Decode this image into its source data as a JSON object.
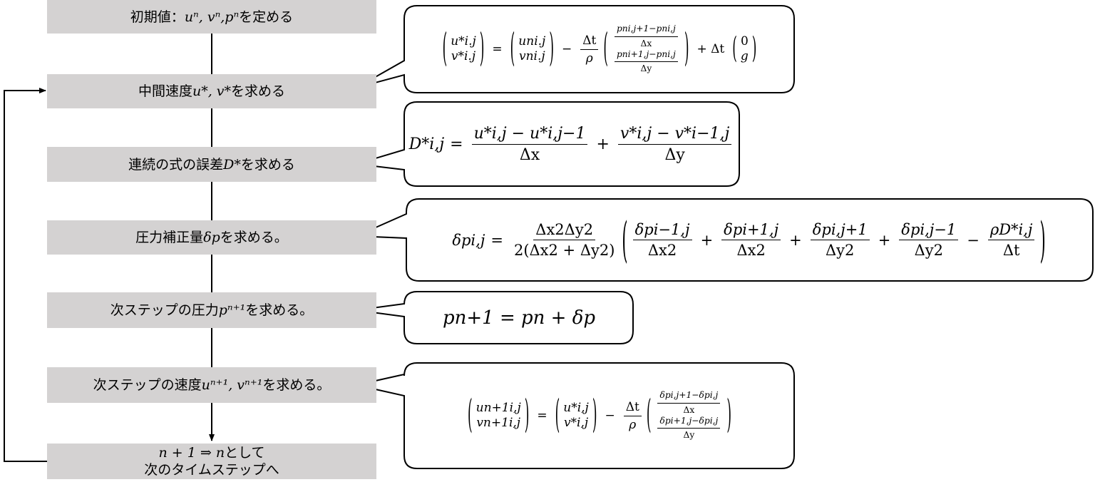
{
  "steps": [
    {
      "pre": "初期値：",
      "math": "uⁿ, vⁿ,pⁿ",
      "post": "を定める"
    },
    {
      "pre": "中間速度",
      "math": "u*, v*",
      "post": "を求める"
    },
    {
      "pre": "連続の式の誤差",
      "math": "D*",
      "post": "を求める"
    },
    {
      "pre": "圧力補正量",
      "math": "δp",
      "post": "を求める。"
    },
    {
      "pre": "次ステップの圧力",
      "math": "pⁿ⁺¹",
      "post": "を求める。"
    },
    {
      "pre": "次ステップの速度",
      "math": "uⁿ⁺¹, vⁿ⁺¹",
      "post": "を求める。"
    },
    {
      "line1_math": "n + 1 ⇒ n",
      "line1_post": "として",
      "line2": "次のタイムステップへ"
    }
  ],
  "formulas": {
    "f1": {
      "lhs_u": "u*i.j",
      "lhs_v": "v*i.j",
      "eq": "=",
      "rhs_u": "uni.j",
      "rhs_v": "vni.j",
      "minus": "−",
      "coef_num": "Δt",
      "coef_den": "ρ",
      "top_num": "pni,j+1−pni,j",
      "top_den": "Δx",
      "bot_num": "pni+1,j−pni,j",
      "bot_den": "Δy",
      "plus": "+ Δt",
      "g_top": "0",
      "g_bot": "g"
    },
    "f2": {
      "lhs": "D*i,j",
      "eq": "=",
      "num1": "u*i,j − u*i,j−1",
      "den1": "Δx",
      "plus": "+",
      "num2": "v*i,j − v*i−1,j",
      "den2": "Δy"
    },
    "f3": {
      "lhs": "δpi,j",
      "eq": "=",
      "c_num": "Δx2Δy2",
      "c_den": "2(Δx2 + Δy2)",
      "t1_num": "δpi−1,j",
      "t1_den": "Δx2",
      "t2_num": "δpi+1,j",
      "t2_den": "Δx2",
      "t3_num": "δpi,j+1",
      "t3_den": "Δy2",
      "t4_num": "δpi,j−1",
      "t4_den": "Δy2",
      "t5_num": "ρD*i,j",
      "t5_den": "Δt",
      "plus": "+",
      "minus": "−"
    },
    "f4": {
      "text": "pn+1 = pn + δp"
    },
    "f5": {
      "lhs_u": "un+1i,j",
      "lhs_v": "vn+1i,j",
      "eq": "=",
      "rhs_u": "u*i,j",
      "rhs_v": "v*i,j",
      "minus": "−",
      "coef_num": "Δt",
      "coef_den": "ρ",
      "top_num": "δpi,j+1−δpi,j",
      "top_den": "Δx",
      "bot_num": "δpi+1,j−δpi,j",
      "bot_den": "Δy"
    }
  }
}
